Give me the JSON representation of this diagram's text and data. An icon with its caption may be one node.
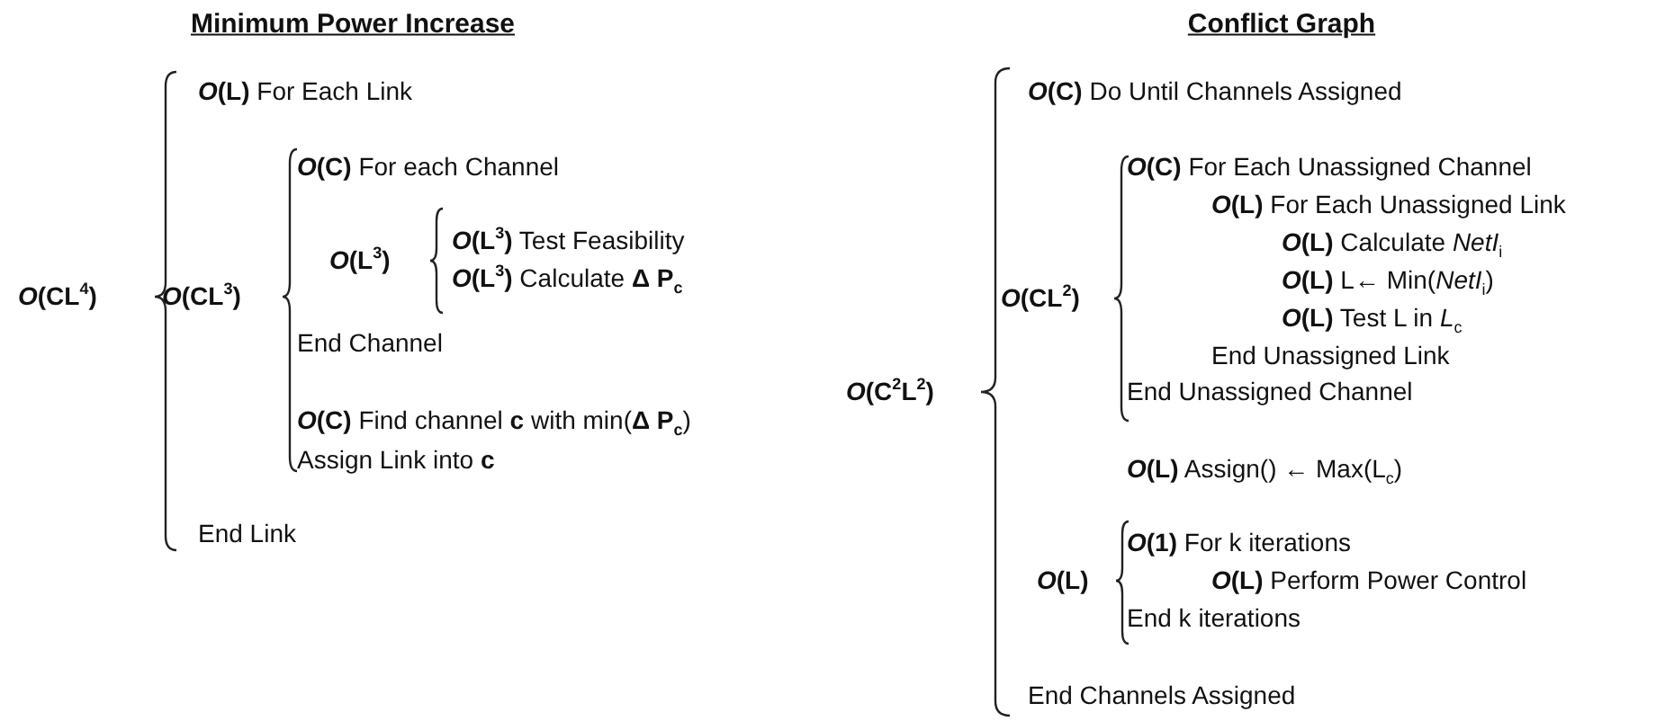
{
  "diagram": {
    "labels": [
      "Minimum Power Increase",
      "***O*(L)** For Each Link",
      "***O*(C)**  For each Channel",
      "***O*(L$^{3}$)**",
      "***O*(L$^{3}$)** Test Feasibility",
      "***O*(L$^{3}$)** Calculate **Δ P$_{c}$**",
      "***O*(CL$^{4}$)**",
      "***O*(CL$^{3}$)**",
      "End Channel",
      "***O*(C)** Find channel **c** with min(**Δ P$_{c}$**)",
      "Assign Link into **c**",
      "End Link",
      "Conflict Graph",
      "***O*(C)** Do Until Channels Assigned",
      "***O*(C)** For Each Unassigned Channel",
      "***O*(L)** For Each Unassigned Link",
      "***O*(L)** Calculate *NetI*$_{i}$",
      "***O*(CL$^{2}$)**",
      "***O*(L)** L← Min(*NetI*$_{i}$)",
      "***O*(L)** Test L in *L*$_{c}$",
      "End Unassigned Link",
      "***O*(C$^{2}$L$^{2}$)**",
      "End Unassigned Channel",
      "***O*(L)** Assign() ← Max(L$_{c}$)",
      "***O*(1)** For k iterations",
      "***O*(L)**",
      "***O*(L)** Perform Power Control",
      "End k iterations",
      "End Channels Assigned"
    ]
  }
}
